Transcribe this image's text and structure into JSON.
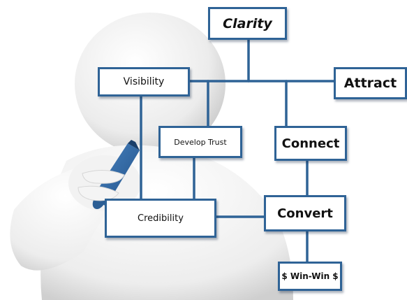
{
  "diagram": {
    "nodes": {
      "clarity": "Clarity",
      "visibility": "Visibility",
      "attract": "Attract",
      "develop_trust": "Develop Trust",
      "connect": "Connect",
      "credibility": "Credibility",
      "convert": "Convert",
      "win_win": "$ Win-Win $"
    },
    "edges": [
      [
        "clarity",
        "visibility"
      ],
      [
        "clarity",
        "attract"
      ],
      [
        "clarity",
        "develop_trust"
      ],
      [
        "clarity",
        "connect"
      ],
      [
        "visibility",
        "credibility"
      ],
      [
        "develop_trust",
        "credibility"
      ],
      [
        "connect",
        "convert"
      ],
      [
        "credibility",
        "convert"
      ],
      [
        "convert",
        "win_win"
      ]
    ]
  },
  "colors": {
    "box_border": "#2f6396",
    "connector": "#2f6396",
    "text": "#111111",
    "background": "#ffffff"
  }
}
